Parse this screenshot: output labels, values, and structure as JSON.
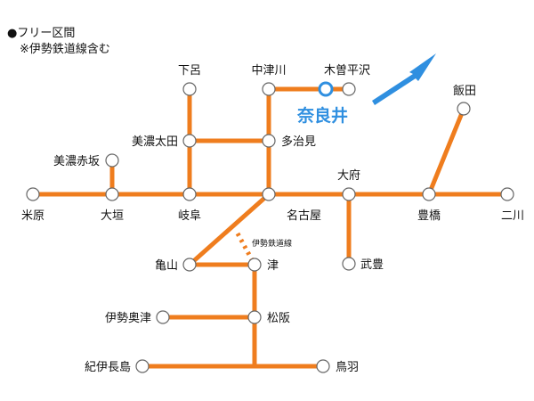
{
  "legend": {
    "line1": "●フリー区間",
    "line2": "※伊勢鉄道線含む"
  },
  "colors": {
    "line": "#ef7d1e",
    "highlight": "#2f8fe0",
    "node_stroke": "#666666"
  },
  "stations": {
    "maibara": "米原",
    "ogaki": "大垣",
    "mino_akasaka": "美濃赤坂",
    "gifu": "岐阜",
    "gero": "下呂",
    "mino_ota": "美濃太田",
    "nakatsugawa": "中津川",
    "kiso_hirasawa": "木曽平沢",
    "narai": "奈良井",
    "tajimi": "多治見",
    "nagoya": "名古屋",
    "obu": "大府",
    "taketoyo": "武豊",
    "toyohashi": "豊橋",
    "iida": "飯田",
    "futagawa": "二川",
    "kameyama": "亀山",
    "tsu": "津",
    "matsusaka": "松阪",
    "ise_okitsu": "伊勢奥津",
    "kii_nagashima": "紀伊長島",
    "toba": "鳥羽"
  },
  "ise_railway_label": "伊勢鉄道線"
}
